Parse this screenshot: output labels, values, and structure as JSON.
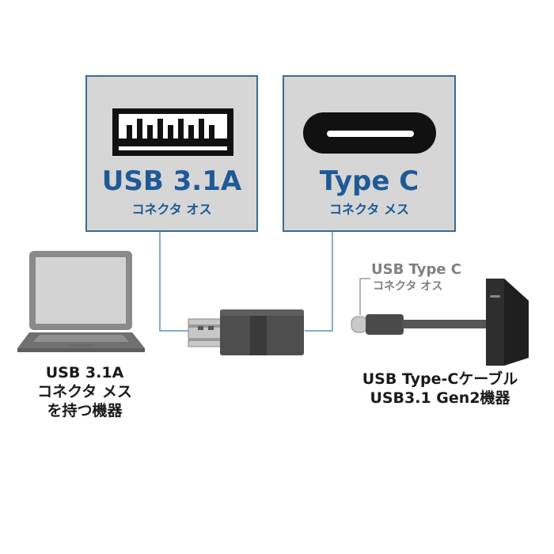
{
  "panels": {
    "usb_a": {
      "title": "USB 3.1A",
      "subtitle": "コネクタ オス"
    },
    "type_c": {
      "title": "Type C",
      "subtitle": "コネクタ メス"
    }
  },
  "callout": {
    "title": "USB Type C",
    "subtitle": "コネクタ オス"
  },
  "captions": {
    "left": [
      "USB 3.1A",
      "コネクタ メス",
      "を持つ機器"
    ],
    "right": [
      "USB Type-Cケーブル",
      "USB3.1 Gen2機器"
    ]
  },
  "colors": {
    "panel_bg": "#d6d6d6",
    "panel_border": "#3b6d93",
    "title_blue": "#1f5a96",
    "leader_line": "#5a93b3",
    "callout_gray": "#808080"
  }
}
